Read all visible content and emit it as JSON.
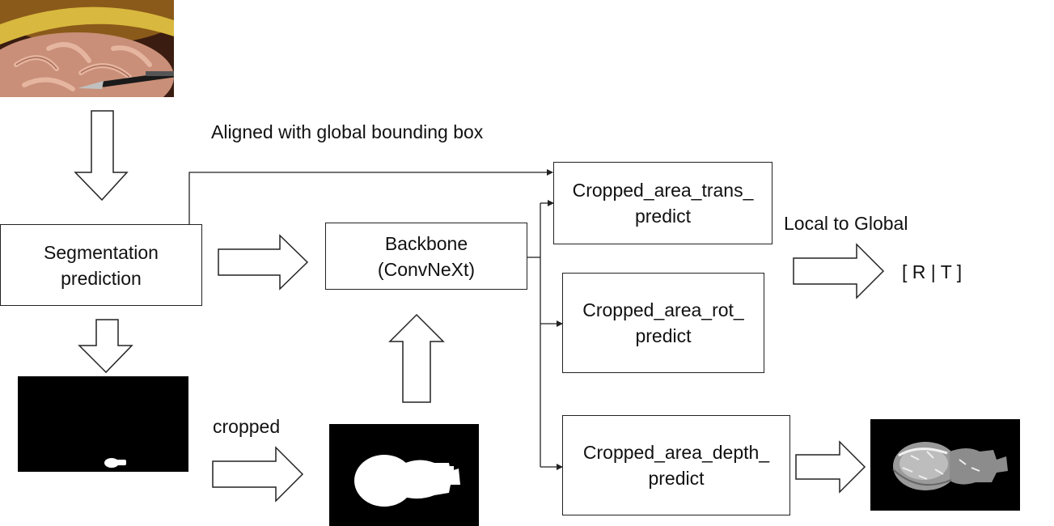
{
  "boxes": {
    "segmentation": "Segmentation prediction",
    "backbone_line1": "Backbone",
    "backbone_line2": "(ConvNeXt)",
    "trans": "Cropped_area_trans_ predict",
    "rot": "Cropped_area_rot_ predict",
    "depth": "Cropped_area_depth_ predict"
  },
  "labels": {
    "aligned": "Aligned with global bounding box",
    "cropped": "cropped",
    "local_to_global": "Local to Global",
    "output": "[ R | T ]"
  },
  "colors": {
    "stroke": "#222222",
    "tissue": "#c98f78",
    "fat": "#d8b83e",
    "mask": "#ffffff",
    "image_bg": "#000000"
  },
  "icons": [
    "surgical-photo",
    "mask-image",
    "depth-image"
  ]
}
